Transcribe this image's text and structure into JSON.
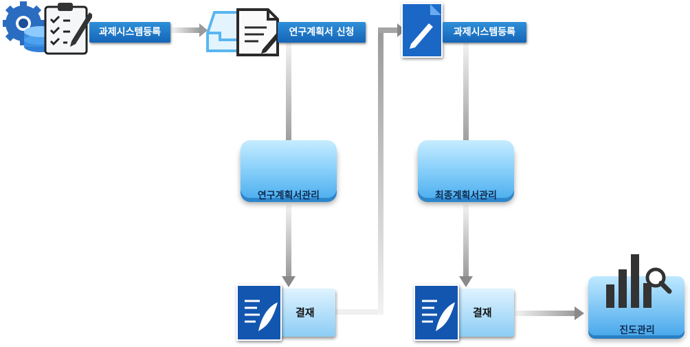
{
  "nodes": {
    "task_register_1": "과제시스템등록",
    "research_plan_apply": "연구계획서 신청",
    "task_register_2": "과제시스템등록",
    "research_plan_manage": "연구계획서관리",
    "final_plan_manage": "최종계획서관리",
    "approval_1": "결재",
    "approval_2": "결재",
    "progress_manage": "진도관리"
  },
  "colors": {
    "label_blue": "#1a74c8",
    "box_light": "#9fdcff",
    "box_dark": "#2d86cc",
    "icon_dark": "#0c4ea6",
    "arrow_gray": "#8a8a8a"
  },
  "icons": [
    "gear-database-icon",
    "clipboard-checklist-icon",
    "inbox-tray-icon",
    "document-pen-icon",
    "blue-document-pen-icon",
    "approval-document-quill-icon",
    "bar-chart-magnifier-icon"
  ]
}
